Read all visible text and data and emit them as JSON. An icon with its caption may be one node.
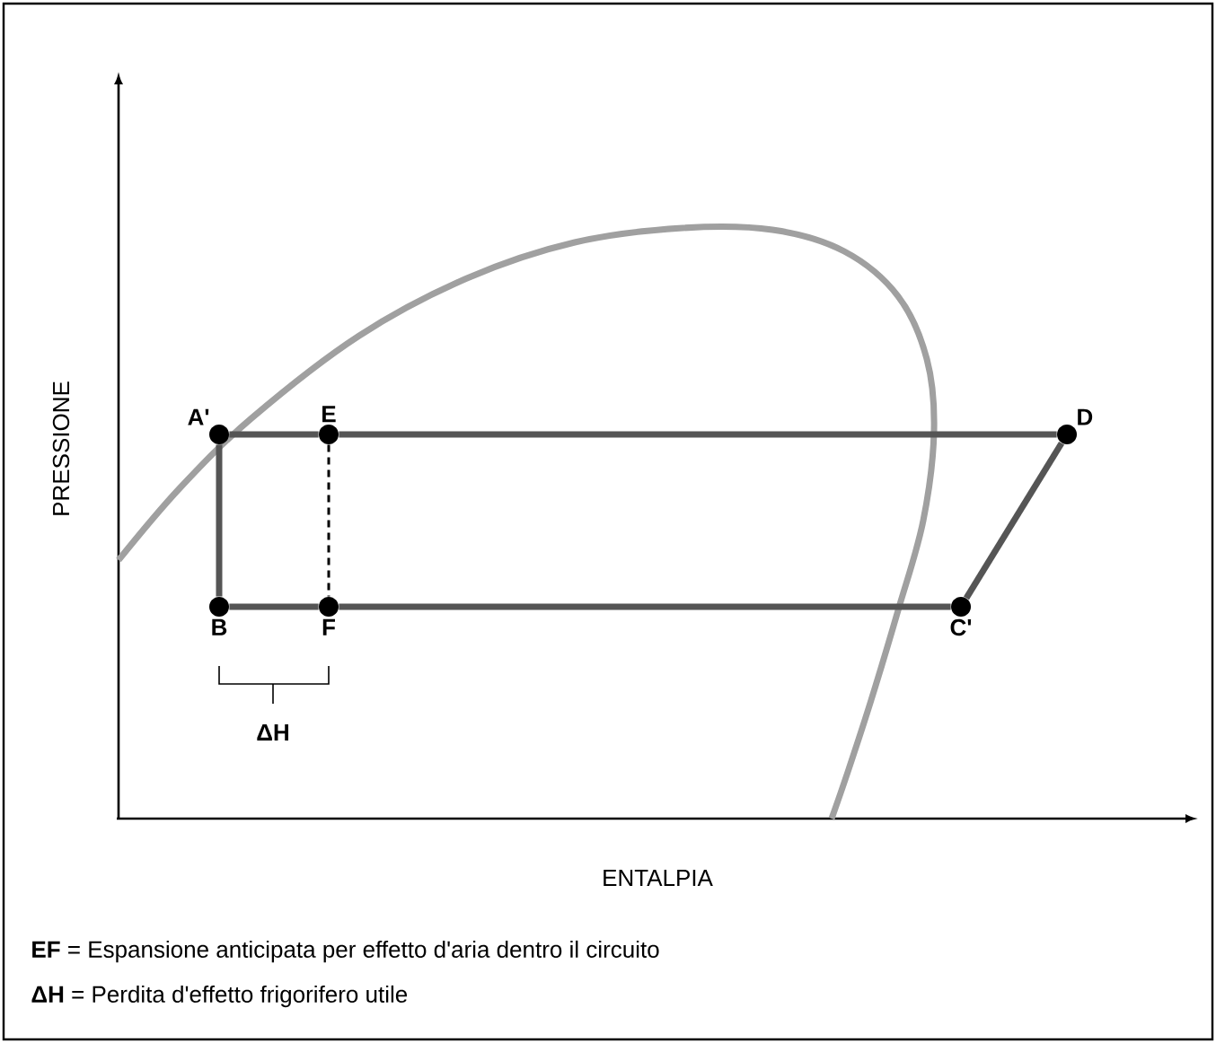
{
  "diagram": {
    "nodes": [
      {
        "text": [
          "A'"
        ]
      },
      {
        "text": [
          "E"
        ]
      },
      {
        "text": [
          "D"
        ]
      },
      {
        "text": [
          "B"
        ]
      },
      {
        "text": [
          "F"
        ]
      },
      {
        "text": [
          "C'"
        ]
      }
    ],
    "edges": [
      {
        "from": 0,
        "to": 1,
        "arrow": "none"
      },
      {
        "from": 1,
        "to": 2,
        "arrow": "none"
      },
      {
        "from": 2,
        "to": 5,
        "arrow": "none"
      },
      {
        "from": 5,
        "to": 4,
        "arrow": "none"
      },
      {
        "from": 4,
        "to": 3,
        "arrow": "none"
      },
      {
        "from": 3,
        "to": 0,
        "arrow": "none"
      },
      {
        "from": 1,
        "to": 4,
        "arrow": "none",
        "style": "dashed"
      }
    ],
    "labels": [
      "PRESSIONE",
      "ENTALPIA",
      "ΔH",
      "**EF** = Espansione anticipata per effetto d'aria dentro il circuito",
      "**ΔH** = Perdita d'effetto frigorifero utile"
    ]
  }
}
